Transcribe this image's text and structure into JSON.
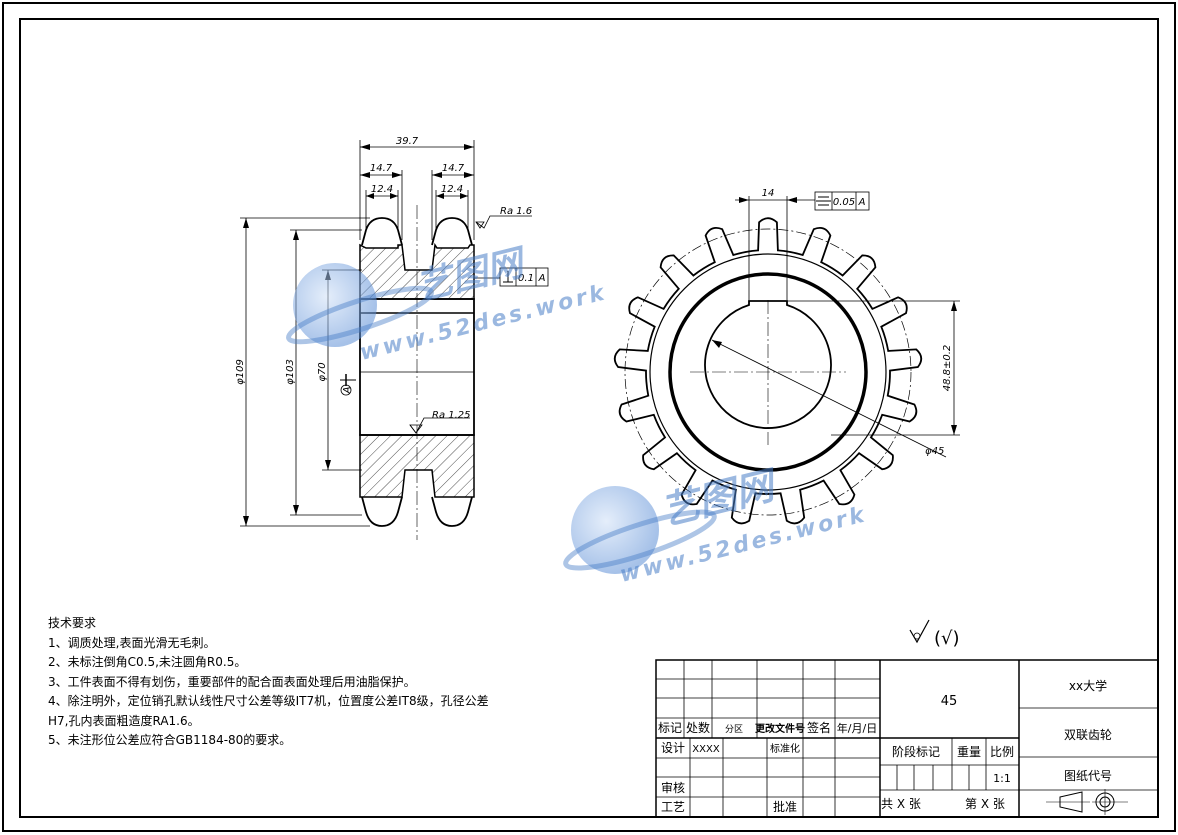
{
  "dimensions": {
    "width_total": "39.7",
    "width_left": "14.7",
    "width_right": "14.7",
    "tooth_left": "12.4",
    "tooth_right": "12.4",
    "dia_outer": "φ109",
    "dia_pitch": "φ103",
    "dia_hub": "φ70",
    "keyway_width": "14",
    "keyway_depth": "48.8±0.2",
    "bore": "φ45",
    "roughness_top": "Ra 1.6",
    "roughness_mid": "Ra 1.25",
    "datum": "A"
  },
  "tolerances": {
    "perp_value": "0.1",
    "perp_ref": "A",
    "sym_value": "0.05",
    "sym_ref": "A"
  },
  "watermark": {
    "logo": "艺图网",
    "url": "www.52des.work"
  },
  "notes": {
    "title": "技术要求",
    "lines": [
      "1、调质处理,表面光滑无毛刺。",
      "2、未标注倒角C0.5,未注圆角R0.5。",
      "3、工件表面不得有划伤，重要部件的配合面表面处理后用油脂保护。",
      "4、除注明外，定位销孔默认线性尺寸公差等级IT7机，位置度公差IT8级，孔径公差",
      "H7,孔内表面粗造度RA1.6。",
      "5、未注形位公差应符合GB1184-80的要求。"
    ]
  },
  "surface_symbol": "(√)",
  "title_block": {
    "material": "45",
    "school": "xx大学",
    "part_name": "双联齿轮",
    "drawing_no_label": "图纸代号",
    "header": {
      "mark": "标记",
      "count": "处数",
      "zone": "分区",
      "change_doc": "更改文件号",
      "sign": "签名",
      "date": "年/月/日"
    },
    "design": "设计",
    "designer": "XXXX",
    "standardize": "标准化",
    "review": "审核",
    "process": "工艺",
    "approve": "批准",
    "stage_mark": "阶段标记",
    "weight": "重量",
    "scale_label": "比例",
    "scale": "1:1",
    "total_sheets": "共 X 张",
    "sheet_no": "第 X 张"
  }
}
